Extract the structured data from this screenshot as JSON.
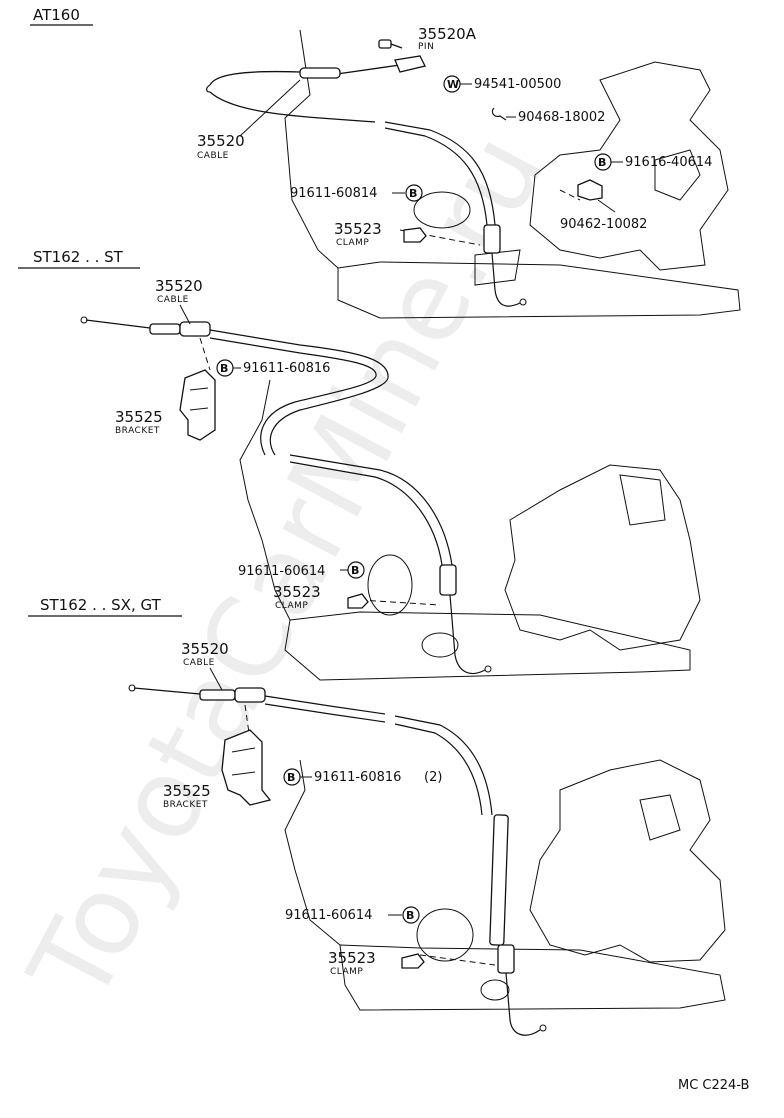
{
  "code": "MC C224-B",
  "watermark": "ToyotaCarMine.ru",
  "sections": {
    "at160": {
      "title": "AT160",
      "cable": {
        "number": "35520",
        "name": "CABLE"
      },
      "pin": {
        "number": "35520A",
        "name": "PIN"
      },
      "washer": {
        "mark": "W",
        "part": "94541-00500"
      },
      "clip": {
        "part": "90468-18002"
      },
      "bolt_top": {
        "mark": "B",
        "part": "91616-40614"
      },
      "clamp_bolt": {
        "part": "90462-10082"
      },
      "bolt_clamp": {
        "mark": "B",
        "part": "91611-60814"
      },
      "clamp": {
        "number": "35523",
        "name": "CLAMP"
      }
    },
    "st162_st": {
      "title": "ST162 . . ST",
      "cable": {
        "number": "35520",
        "name": "CABLE"
      },
      "bolt_bracket": {
        "mark": "B",
        "part": "91611-60816"
      },
      "bracket": {
        "number": "35525",
        "name": "BRACKET"
      },
      "bolt_clamp": {
        "mark": "B",
        "part": "91611-60614"
      },
      "clamp": {
        "number": "35523",
        "name": "CLAMP"
      }
    },
    "st162_sx": {
      "title": "ST162 . . SX, GT",
      "cable": {
        "number": "35520",
        "name": "CABLE"
      },
      "bolt_bracket": {
        "mark": "B",
        "part": "91611-60816",
        "qty": "(2)"
      },
      "bracket": {
        "number": "35525",
        "name": "BRACKET"
      },
      "bolt_clamp": {
        "mark": "B",
        "part": "91611-60614"
      },
      "clamp": {
        "number": "35523",
        "name": "CLAMP"
      }
    }
  }
}
